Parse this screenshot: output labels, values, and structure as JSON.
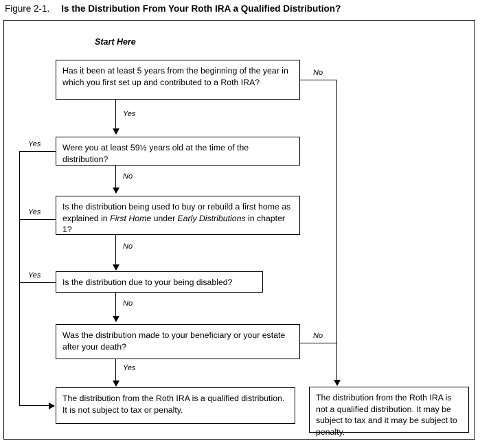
{
  "figure": {
    "number": "Figure 2-1.",
    "title": "Is the Distribution From Your Roth IRA a Qualified Distribution?",
    "start_label": "Start Here"
  },
  "colors": {
    "ink": "#000000",
    "paper": "#ffffff"
  },
  "nodes": {
    "q1": {
      "id": "five-year-rule",
      "text": "Has it been at least 5 years from the beginning of the year in which you first set up and contributed to a Roth IRA?"
    },
    "q2": {
      "id": "age-59-half",
      "text": "Were you at least 59½ years old at the time of the distribution?"
    },
    "q3": {
      "id": "first-home",
      "text_part1": "Is the distribution being used to buy or rebuild a first home as explained in ",
      "em1": "First Home",
      "text_part2": " under ",
      "em2": "Early Distributions",
      "text_part3": " in chapter 1?"
    },
    "q4": {
      "id": "disabled",
      "text": "Is the distribution due to your being disabled?"
    },
    "q5": {
      "id": "beneficiary-death",
      "text": "Was the distribution made to your beneficiary or your estate after your death?"
    },
    "result_qualified": {
      "id": "qualified-outcome",
      "text": "The distribution from the Roth IRA is a qualified distribution. It is not subject to tax or penalty."
    },
    "result_not_qualified": {
      "id": "not-qualified-outcome",
      "text": "The distribution from the Roth IRA is not a qualified distribution. It may be subject to tax and it may be subject to penalty."
    }
  },
  "edges": {
    "q1_no": "No",
    "q1_yes": "Yes",
    "q2_yes": "Yes",
    "q2_no": "No",
    "q3_yes": "Yes",
    "q3_no": "No",
    "q4_yes": "Yes",
    "q4_no": "No",
    "q5_no": "No",
    "q5_yes": "Yes"
  }
}
